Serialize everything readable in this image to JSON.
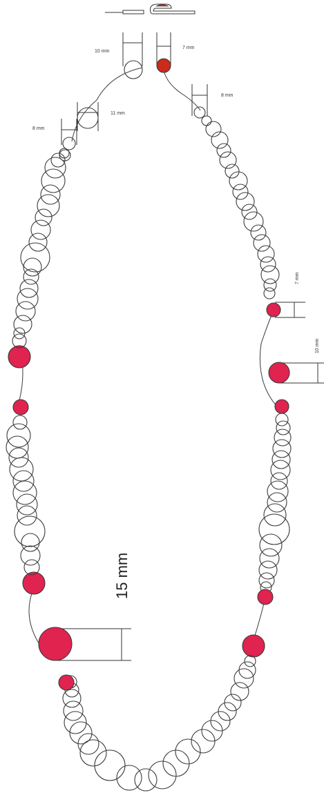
{
  "labels": {
    "m10_top": "10 mm",
    "m7_top": "7 mm",
    "m11": "11 mm",
    "m8_left": "8 mm",
    "m8_right": "8 mm",
    "m7_right": "7 mm",
    "m10_right": "10 mm",
    "m15": "15 mm"
  },
  "colors": {
    "bead_outline": "#3a3a3a",
    "accent_bead": "#e0234f",
    "accent_clasp": "#cc2a1a",
    "thread": "#3a3a3a",
    "dimension_line": "#333333"
  },
  "icons": [
    "clasp-bar-icon",
    "clasp-hook-icon"
  ]
}
